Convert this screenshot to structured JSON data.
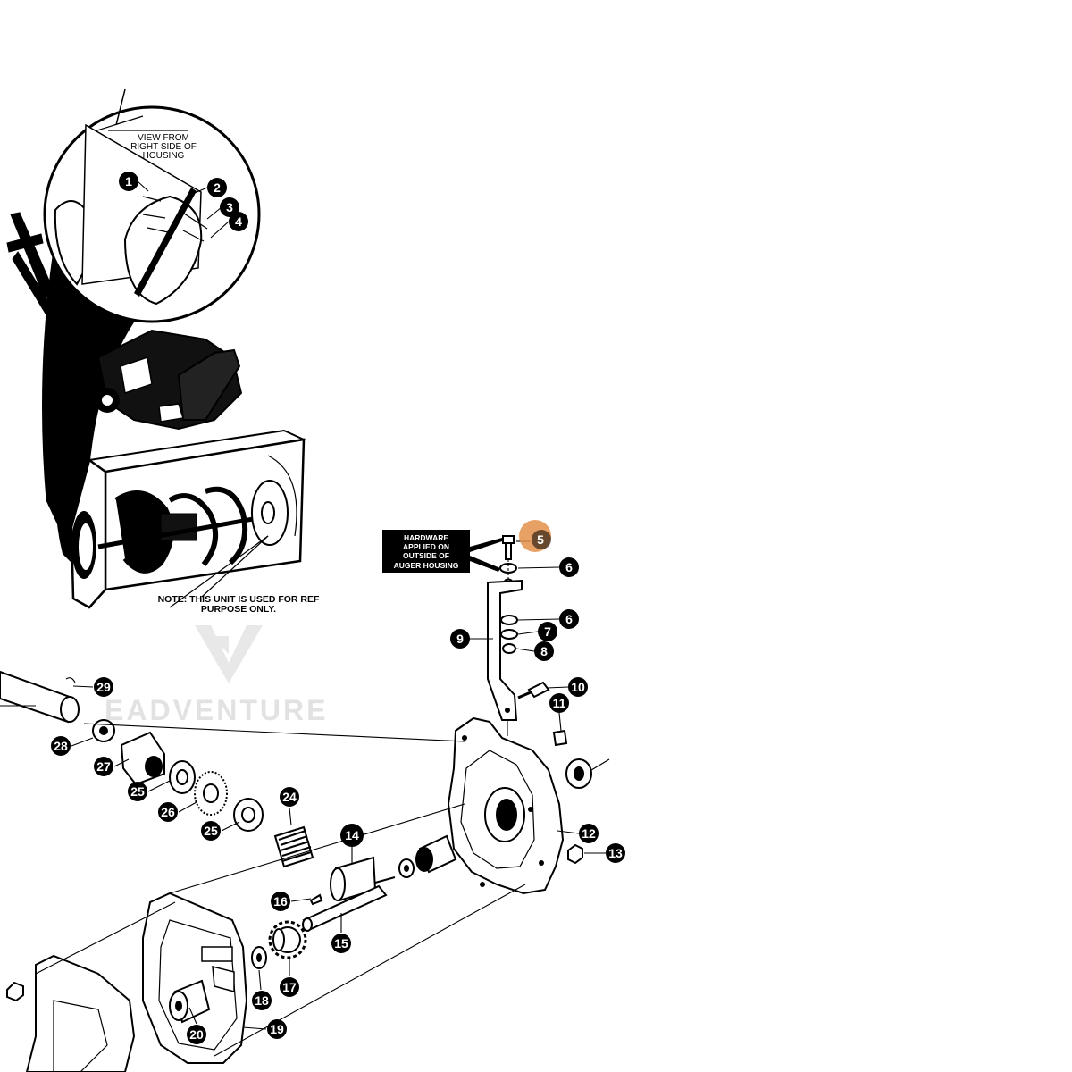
{
  "diagram": {
    "inset_label": "VIEW FROM RIGHT SIDE OF HOUSING",
    "inset_label_lines": [
      "VIEW FROM",
      "RIGHT SIDE OF",
      "HOUSING"
    ],
    "note_lines": [
      "NOTE: THIS UNIT IS USED FOR REF",
      "PURPOSE ONLY."
    ],
    "hardware_box_lines": [
      "HARDWARE",
      "APPLIED ON",
      "OUTSIDE OF",
      "AUGER HOUSING"
    ],
    "watermark": "EADVENTURE",
    "highlighted_callout": "5",
    "highlight_color": "#e3904a",
    "callouts": [
      "1",
      "2",
      "3",
      "4",
      "5",
      "6",
      "6",
      "7",
      "8",
      "9",
      "10",
      "11",
      "12",
      "13",
      "14",
      "15",
      "16",
      "17",
      "18",
      "19",
      "20",
      "24",
      "25",
      "25",
      "26",
      "27",
      "28",
      "29"
    ]
  }
}
